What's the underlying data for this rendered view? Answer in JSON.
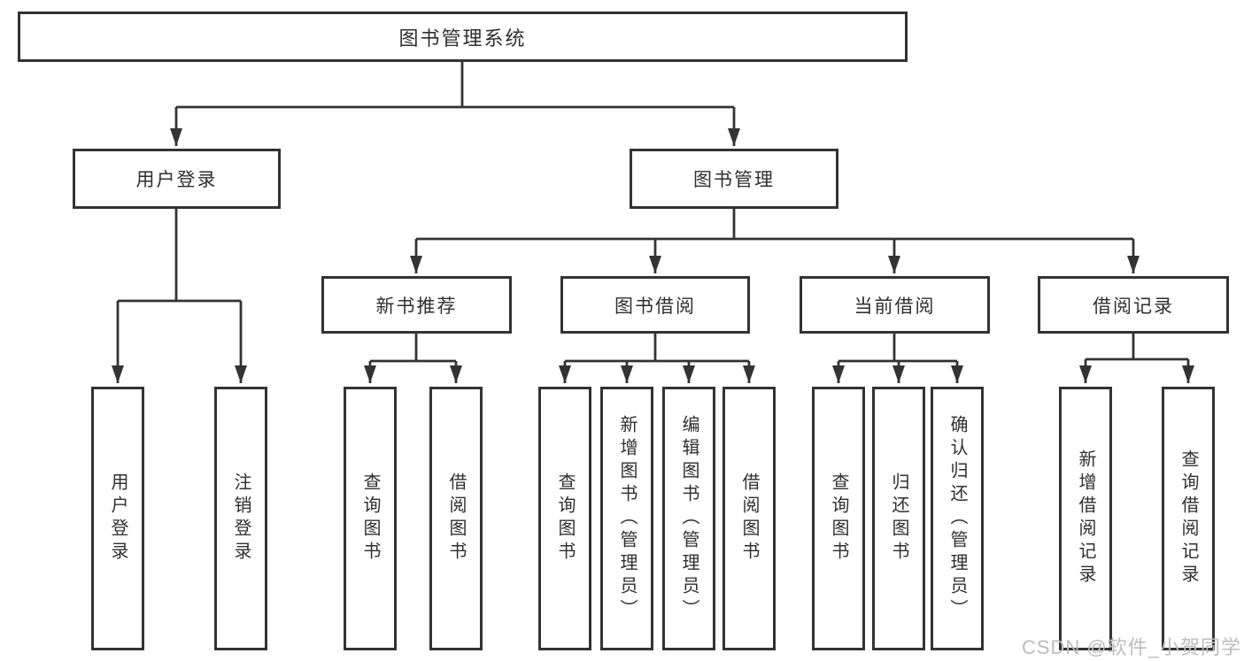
{
  "tree": {
    "label": "图书管理系统",
    "children": [
      {
        "label": "用户登录",
        "children": [
          {
            "label": "用户登录"
          },
          {
            "label": "注销登录"
          }
        ]
      },
      {
        "label": "图书管理",
        "children": [
          {
            "label": "新书推荐",
            "children": [
              {
                "label": "查询图书"
              },
              {
                "label": "借阅图书"
              }
            ]
          },
          {
            "label": "图书借阅",
            "children": [
              {
                "label": "查询图书"
              },
              {
                "label": "新增图书（管理员）"
              },
              {
                "label": "编辑图书（管理员）"
              },
              {
                "label": "借阅图书"
              }
            ]
          },
          {
            "label": "当前借阅",
            "children": [
              {
                "label": "查询图书"
              },
              {
                "label": "归还图书"
              },
              {
                "label": "确认归还（管理员）"
              }
            ]
          },
          {
            "label": "借阅记录",
            "children": [
              {
                "label": "新增借阅记录"
              },
              {
                "label": "查询借阅记录"
              }
            ]
          }
        ]
      }
    ]
  },
  "watermark": {
    "text": "CSDN @软件_小贺同学"
  },
  "colors": {
    "line_color": "#333333",
    "text_color": "#2f2f2f",
    "background_color": "#ffffff",
    "watermark_color": "#bdbdbd"
  }
}
